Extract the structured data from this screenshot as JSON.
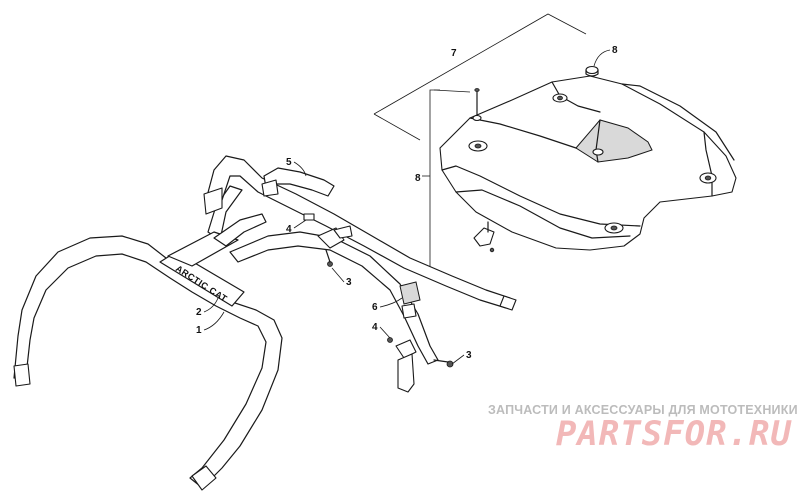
{
  "callouts": {
    "c1": "1",
    "c2": "2",
    "c3a": "3",
    "c3b": "3",
    "c4a": "4",
    "c4b": "4",
    "c5": "5",
    "c6": "6",
    "c7": "7",
    "c8a": "8",
    "c8b": "8"
  },
  "brand_on_bar": "ARCTIC CAT",
  "watermark": {
    "tagline": "ЗАПЧАСТИ И АКСЕССУАРЫ ДЛЯ МОТОТЕХНИКИ",
    "logo": "PARTSFOR.RU"
  },
  "colors": {
    "line": "#1a1a1a",
    "watermark_logo": "#f2b8b8",
    "watermark_text": "#bcbcbc"
  }
}
